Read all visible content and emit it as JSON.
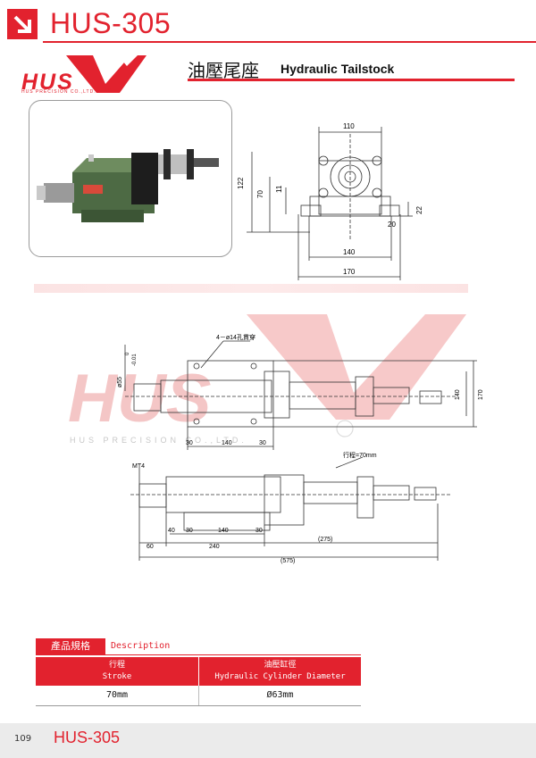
{
  "header": {
    "title": "HUS-305"
  },
  "logo": {
    "brand": "HUS",
    "sub": "HUS PRECISION CO.,LTD.",
    "registered": "®"
  },
  "section": {
    "title_cn": "油壓尾座",
    "title_en": "Hydraulic Tailstock"
  },
  "drawing_top": {
    "dims": {
      "w110": "110",
      "h122": "122",
      "h70": "70",
      "d11": "11",
      "d22": "22",
      "d20": "20",
      "w140": "140",
      "w170": "170"
    }
  },
  "drawing_side": {
    "hole_note": "4－ø14孔貫穿",
    "dia": "ø55",
    "tol_upper": "0",
    "tol_lower": "-0.01",
    "dims": {
      "a30": "30",
      "a140": "140",
      "a30b": "30",
      "v140": "140",
      "v170": "170"
    }
  },
  "drawing_front": {
    "taper": "MT4",
    "stroke_note": "行程=70mm",
    "dims": {
      "d40": "40",
      "d30": "30",
      "d140": "140",
      "d30b": "30",
      "d60": "60",
      "d240": "240",
      "d275": "(275)",
      "d575": "(575)"
    }
  },
  "watermark": {
    "text": "HUS PRECISION CO.,LTD."
  },
  "spec": {
    "label_cn": "產品規格",
    "label_en": "Description",
    "headers": [
      {
        "cn": "行程",
        "en": "Stroke"
      },
      {
        "cn": "油壓缸徑",
        "en": "Hydraulic Cylinder Diameter"
      }
    ],
    "values": [
      "70mm",
      "Ø63mm"
    ]
  },
  "footer": {
    "page": "109",
    "title": "HUS-305"
  },
  "colors": {
    "accent": "#e2222e",
    "footer_bg": "#ebebeb"
  }
}
